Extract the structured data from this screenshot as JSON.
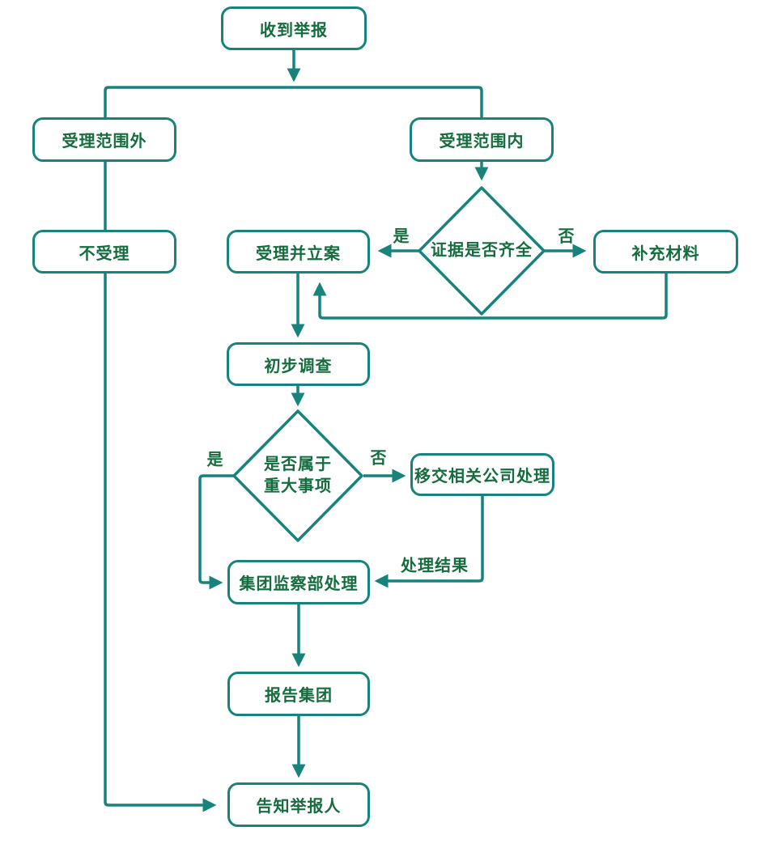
{
  "diagram": {
    "type": "flowchart",
    "colors": {
      "line": "#17837C",
      "text": "#156C3E",
      "background": "#FFFFFF"
    },
    "nodes": {
      "received": {
        "label": "收到举报",
        "type": "process"
      },
      "out_of_scope": {
        "label": "受理范围外",
        "type": "process"
      },
      "in_scope": {
        "label": "受理范围内",
        "type": "process"
      },
      "not_accepted": {
        "label": "不受理",
        "type": "process"
      },
      "accept_and_file": {
        "label": "受理并立案",
        "type": "process"
      },
      "evidence_complete": {
        "label": "证据是否齐全",
        "type": "decision"
      },
      "supplement_materials": {
        "label": "补充材料",
        "type": "process"
      },
      "preliminary_investigation": {
        "label": "初步调查",
        "type": "process"
      },
      "is_major_matter": {
        "label": "是否属于\n重大事项",
        "type": "decision"
      },
      "transfer_to_company": {
        "label": "移交相关公司处理",
        "type": "process"
      },
      "group_supervision_dept": {
        "label": "集团监察部处理",
        "type": "process"
      },
      "report_to_group": {
        "label": "报告集团",
        "type": "process"
      },
      "inform_reporter": {
        "label": "告知举报人",
        "type": "process"
      }
    },
    "edge_labels": {
      "evidence_yes": "是",
      "evidence_no": "否",
      "major_yes": "是",
      "major_no": "否",
      "handling_result": "处理结果"
    }
  }
}
